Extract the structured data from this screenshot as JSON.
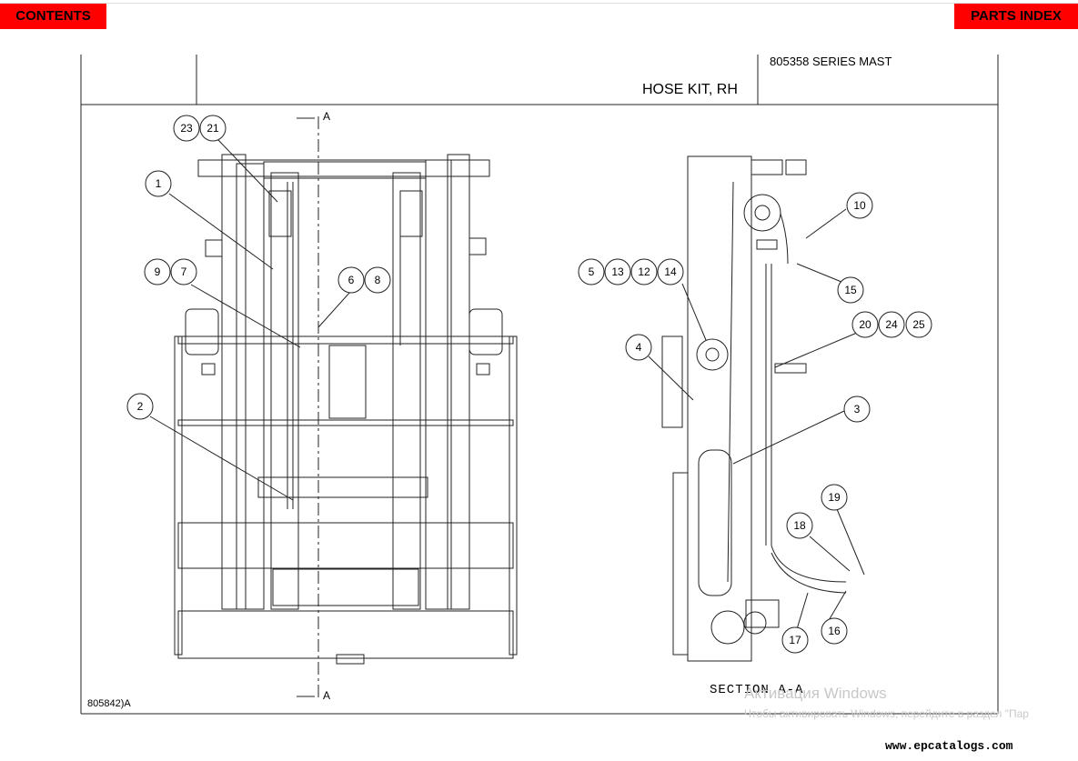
{
  "nav": {
    "contents_label": "CONTENTS",
    "parts_index_label": "PARTS INDEX"
  },
  "title_block": {
    "series": "805358 SERIES MAST",
    "title": "HOSE KIT, RH"
  },
  "drawing_number": "805842)A",
  "section_label": "SECTION A-A",
  "section_marker": "A",
  "watermark": {
    "line1": "Активация Windows",
    "line2": "Чтобы активировать Windows, перейдите в раздел \"Пар"
  },
  "site": "www.epcatalogs.com",
  "callouts": [
    "23",
    "21",
    "1",
    "9",
    "7",
    "6",
    "8",
    "2",
    "5",
    "13",
    "12",
    "14",
    "4",
    "10",
    "15",
    "20",
    "24",
    "25",
    "3",
    "19",
    "18",
    "16",
    "17"
  ],
  "colors": {
    "nav_background": "#ff0000"
  }
}
